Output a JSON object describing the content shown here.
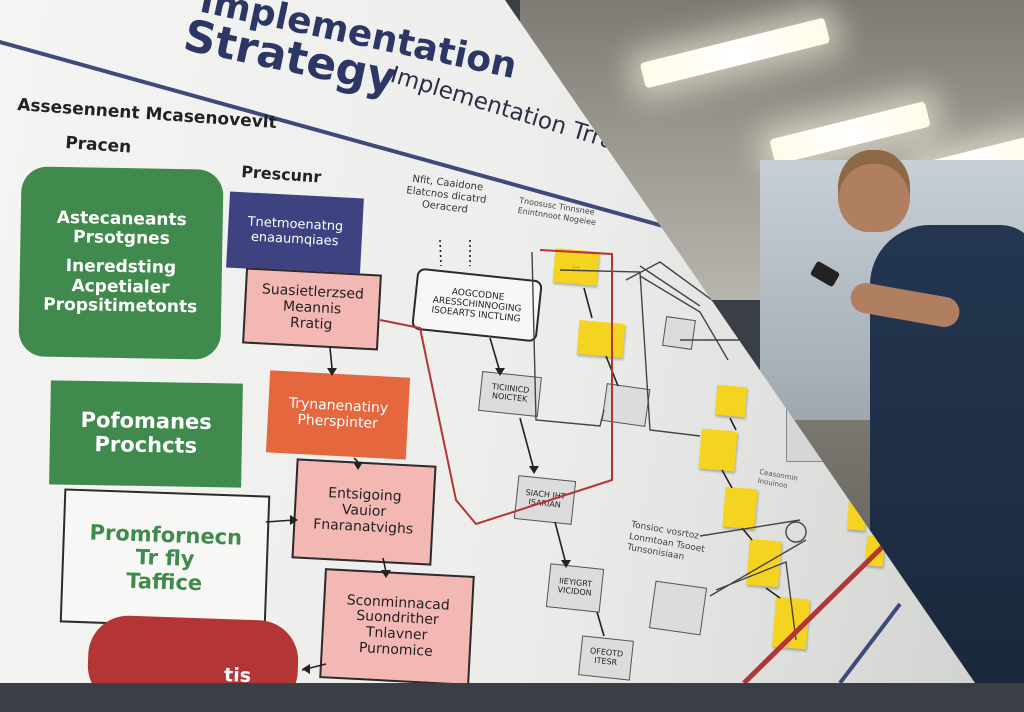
{
  "title": {
    "line1": "Implementation",
    "line2": "Strategy"
  },
  "subtitle": "Implementation Trrategy",
  "section_heads": {
    "left": {
      "line1": "Assesennent Mcasenovevlt",
      "line2": "Pracen"
    },
    "left2": "Prescunr"
  },
  "green_box_1": {
    "line1": "Astecaneants",
    "line2": "Prsotgnes",
    "line3": "Ineredsting",
    "line4": "Acpetialer",
    "line5": "Propsitimetonts"
  },
  "green_box_2": {
    "line1": "Pofomanes",
    "line2": "Prochcts"
  },
  "green_outline_box": {
    "line1": "Promfornecn",
    "line2": "Tr fly",
    "line3": "Taffice"
  },
  "navy_box": {
    "line1": "Tnetmoenatng",
    "line2": "enaaumqiaes"
  },
  "pink_box_1": {
    "line1": "Suasietlerzsed",
    "line2": "Meannis",
    "line3": "Rratig"
  },
  "orange_box": {
    "line1": "Trynanenatiny",
    "line2": "Pherspinter"
  },
  "pink_box_2": {
    "line1": "Entsigoing",
    "line2": "Vauior",
    "line3": "Fnaranatvighs"
  },
  "pink_box_3": {
    "line1": "Sconminnacad",
    "line2": "Suondrither",
    "line3": "Tnlavner",
    "line4": "Purnomice"
  },
  "red_pill": "tis",
  "mid_header": {
    "line1": "Nfit, Caaidone",
    "line2": "Elatcnos dicatrd",
    "line3": "Oeracerd"
  },
  "outline_box": {
    "line1": "AOGCODNE",
    "line2": "ARESSCHINNOGING",
    "line3": "ISOEARTS INCTLING"
  },
  "grey_box_1": {
    "line1": "TICIINICD",
    "line2": "NOICTEK"
  },
  "grey_box_2": {
    "line1": "SIACH IHT",
    "line2": "ISARIAN"
  },
  "grey_box_3": {
    "line1": "IIEYIGRT",
    "line2": "VICIDON"
  },
  "grey_box_4": {
    "line1": "OFEOTD",
    "line2": "ITESR"
  },
  "right_header": {
    "line1": "Tnoosusc Tinnsnee",
    "line2": "Enintnnoot Nogeiee"
  },
  "right_note_1": {
    "line1": "Ceasonmin",
    "line2": "Inouinoo"
  },
  "right_note_2": {
    "line1": "Tonsioc vosrtoz",
    "line2": "Lonmtoan Tsooet",
    "line3": "Tunsonisiaan"
  },
  "colors": {
    "title": "#2c3766",
    "green": "#3f8a4c",
    "navy": "#3e4281",
    "pink": "#f3b7b4",
    "orange": "#e4673d",
    "red": "#b33535",
    "sticky": "#f5d421",
    "rule": "#3d4a7a"
  },
  "icons": [
    "logo-mark-icon"
  ]
}
